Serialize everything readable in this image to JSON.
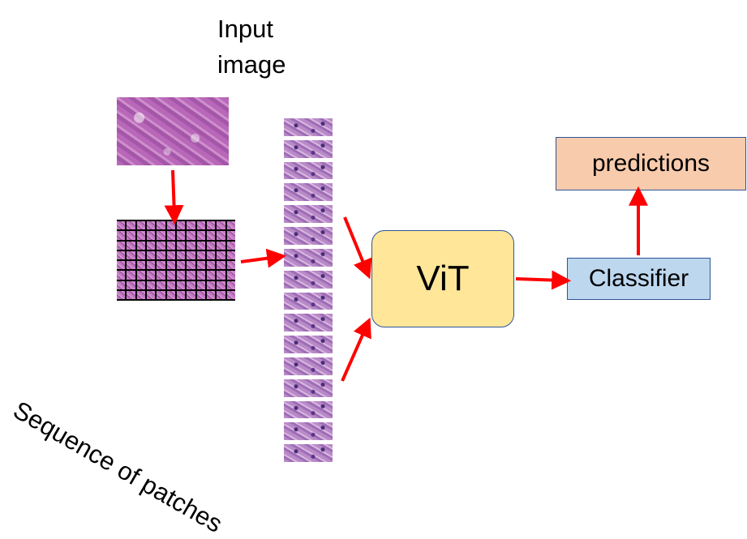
{
  "title": {
    "line1": "Input",
    "line2": "image"
  },
  "vit": {
    "label": "ViT"
  },
  "classifier": {
    "label": "Classifier"
  },
  "predictions": {
    "label": "predictions"
  },
  "sequence": {
    "label": "Sequence of patches"
  },
  "colors": {
    "arrow": "#ff0000",
    "vit_fill": "#ffe699",
    "classifier_fill": "#bdd7ee",
    "predictions_fill": "#f8cbad",
    "box_border": "#2f5597",
    "tissue": "#b462b4"
  }
}
